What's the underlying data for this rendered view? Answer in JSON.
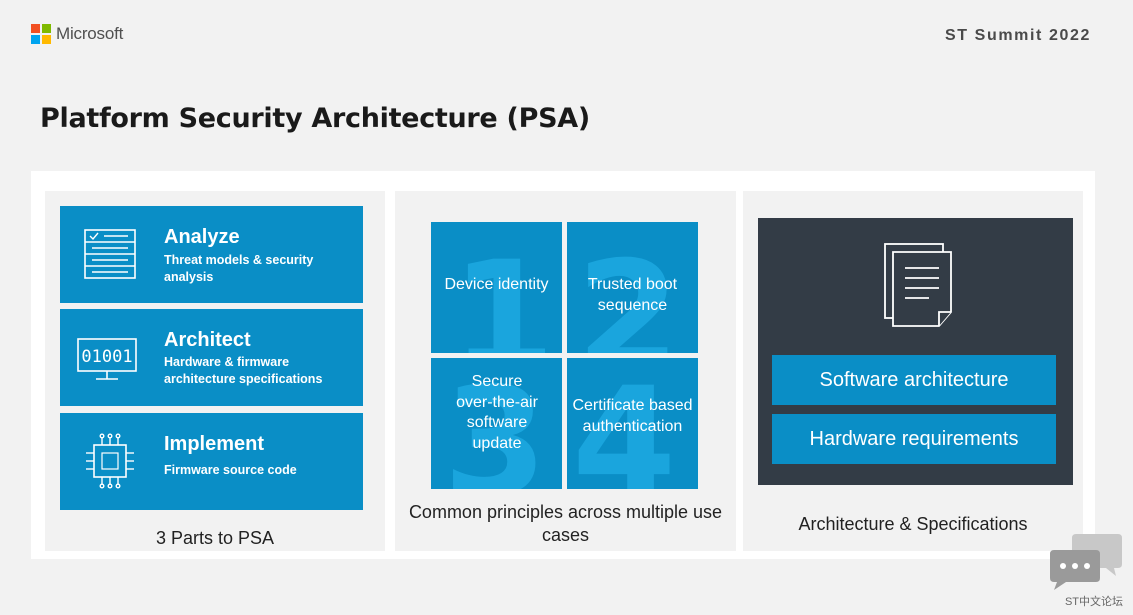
{
  "header": {
    "brand": "Microsoft",
    "event": "ST Summit 2022",
    "logo_colors": [
      "#f25022",
      "#7fba00",
      "#00a4ef",
      "#ffb900"
    ]
  },
  "slide_title": "Platform Security Architecture (PSA)",
  "parts_panel": {
    "caption": "3 Parts to PSA",
    "cards": [
      {
        "title": "Analyze",
        "subtitle": "Threat models & security analysis",
        "icon": "checklist-icon"
      },
      {
        "title": "Architect",
        "subtitle": "Hardware & firmware architecture specifications",
        "icon": "monitor-binary-icon",
        "icon_text": "01001"
      },
      {
        "title": "Implement",
        "subtitle": "Firmware source code",
        "icon": "chip-icon"
      }
    ]
  },
  "principles_panel": {
    "caption": "Common principles across multiple use cases",
    "quadrants": [
      {
        "number": "1",
        "label": "Device identity"
      },
      {
        "number": "2",
        "label": "Trusted boot sequence"
      },
      {
        "number": "3",
        "label": "Secure over-the-air software update"
      },
      {
        "number": "4",
        "label": "Certificate based authentication"
      }
    ]
  },
  "specs_panel": {
    "caption": "Architecture & Specifications",
    "icon": "documents-icon",
    "buttons": [
      "Software architecture",
      "Hardware requirements"
    ]
  },
  "watermark": {
    "label": "ST中文论坛",
    "icon": "chat-bubbles-icon"
  },
  "colors": {
    "accent": "#0a8ec6",
    "dark": "#333c46",
    "background": "#f2f2f2"
  }
}
